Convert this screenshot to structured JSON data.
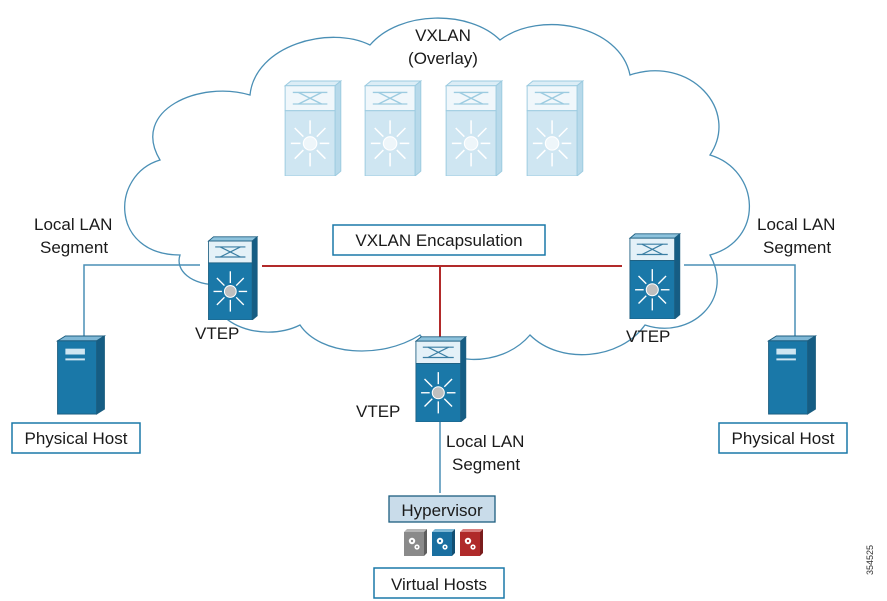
{
  "overlay": {
    "title": "VXLAN",
    "subtitle": "(Overlay)"
  },
  "encapsulation_label": "VXLAN Encapsulation",
  "vtep_label": "VTEP",
  "segment_left": {
    "line1": "Local LAN",
    "line2": "Segment"
  },
  "segment_right": {
    "line1": "Local LAN",
    "line2": "Segment"
  },
  "segment_center": {
    "line1": "Local LAN",
    "line2": "Segment"
  },
  "host_left_label": "Physical Host",
  "host_right_label": "Physical Host",
  "hypervisor_label": "Hypervisor",
  "virtual_hosts_label": "Virtual Hosts",
  "figure_id": "354525",
  "colors": {
    "cloud_stroke": "#4a8fb5",
    "tunnel": "#b22a2a",
    "device_blue": "#1a78a8",
    "device_light": "#cfe6f2",
    "vm_gray": "#8a8a8a",
    "vm_blue": "#1a6fa0",
    "vm_red": "#b02a2a",
    "hypervisor_fill": "#c9dcea"
  }
}
